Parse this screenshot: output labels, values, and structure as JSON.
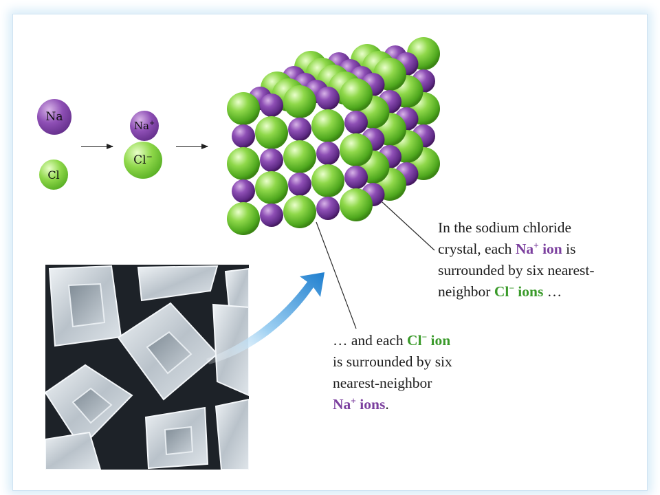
{
  "ions": {
    "na_atom": "Na",
    "cl_atom": "Cl",
    "na_ion": "Na",
    "na_ion_charge": "+",
    "cl_ion": "Cl",
    "cl_ion_charge": "−"
  },
  "caption_na": {
    "line1": "In the sodium chloride",
    "line2_pre": "crystal, each ",
    "line2_ion": "Na",
    "line2_charge": "+",
    "line2_ion_word": " ion",
    "line2_post": " is",
    "line3": "surrounded by six nearest-",
    "line4_pre": "neighbor ",
    "line4_ion": "Cl",
    "line4_charge": "−",
    "line4_ion_word": " ions",
    "line4_post": " …"
  },
  "caption_cl": {
    "line1_pre": "… and each ",
    "line1_ion": "Cl",
    "line1_charge": "−",
    "line1_ion_word": " ion",
    "line2": "is surrounded by six",
    "line3": "nearest-neighbor",
    "line4_ion": "Na",
    "line4_charge": "+",
    "line4_ion_word": " ions",
    "line4_post": "."
  },
  "colors": {
    "na": "#7b3f9e",
    "cl": "#4fa81e",
    "frame_glow": "#d9ecf8",
    "callout_arrow": "#2a8fd6"
  },
  "icons": {
    "crystal_model": "nacl-lattice-cube",
    "photo": "salt-crystals-photo"
  }
}
